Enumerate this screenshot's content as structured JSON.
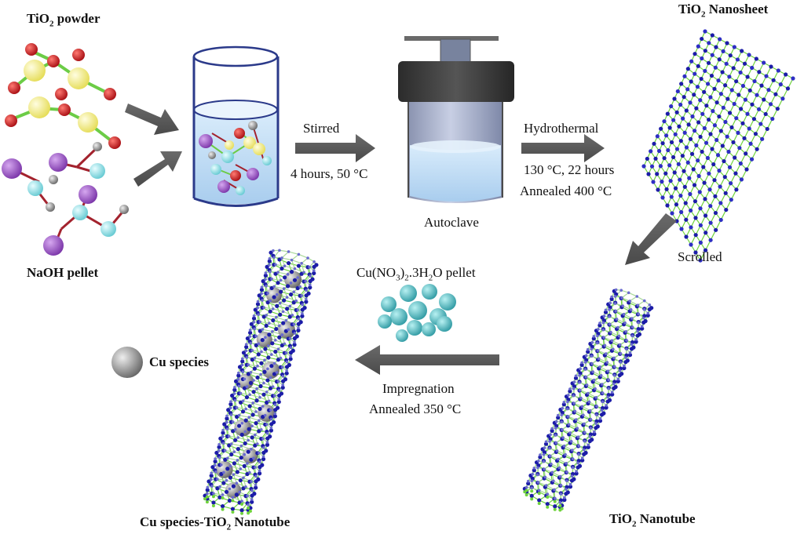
{
  "labels": {
    "tio2_powder": {
      "pre": "TiO",
      "sub": "2",
      "post": " powder"
    },
    "naoh_pellet": "NaOH pellet",
    "stirred": "Stirred",
    "stir_conditions": "4 hours, 50 °C",
    "autoclave": "Autoclave",
    "hydrothermal": "Hydrothermal",
    "hydro_conditions": "130 °C, 22 hours",
    "annealed_400": "Annealed 400 °C",
    "nanosheet": {
      "pre": "TiO",
      "sub": "2",
      "post": " Nanosheet"
    },
    "scrolled": "Scrolled",
    "nanotube": {
      "pre": "TiO",
      "sub": "2",
      "post": " Nanotube"
    },
    "cu_pellet": {
      "pre": "Cu(NO",
      "sub": "3",
      "mid": ")",
      "sub2": "2",
      "post": ".3H",
      "sub3": "2",
      "post2": "O pellet"
    },
    "impregnation": "Impregnation",
    "annealed_350": "Annealed 350 °C",
    "cu_species": "Cu species",
    "cu_tio2_nanotube": {
      "pre": "Cu species-TiO",
      "sub": "2",
      "post": " Nanotube"
    }
  },
  "colors": {
    "arrow": "#5a5a5a",
    "ti_atom": "#f2ef8a",
    "o_atom_red": "#c8161a",
    "na_atom": "#9c55c6",
    "h_atom": "#8fe3e8",
    "bond_green": "#6ccc46",
    "bond_red": "#a3232e",
    "lattice_blue": "#1c1ca8",
    "lattice_green": "#6fd33c",
    "water": "#c6e0f5",
    "cu_sphere": "#56b7bd",
    "cu_species": "#8a8a8a"
  }
}
